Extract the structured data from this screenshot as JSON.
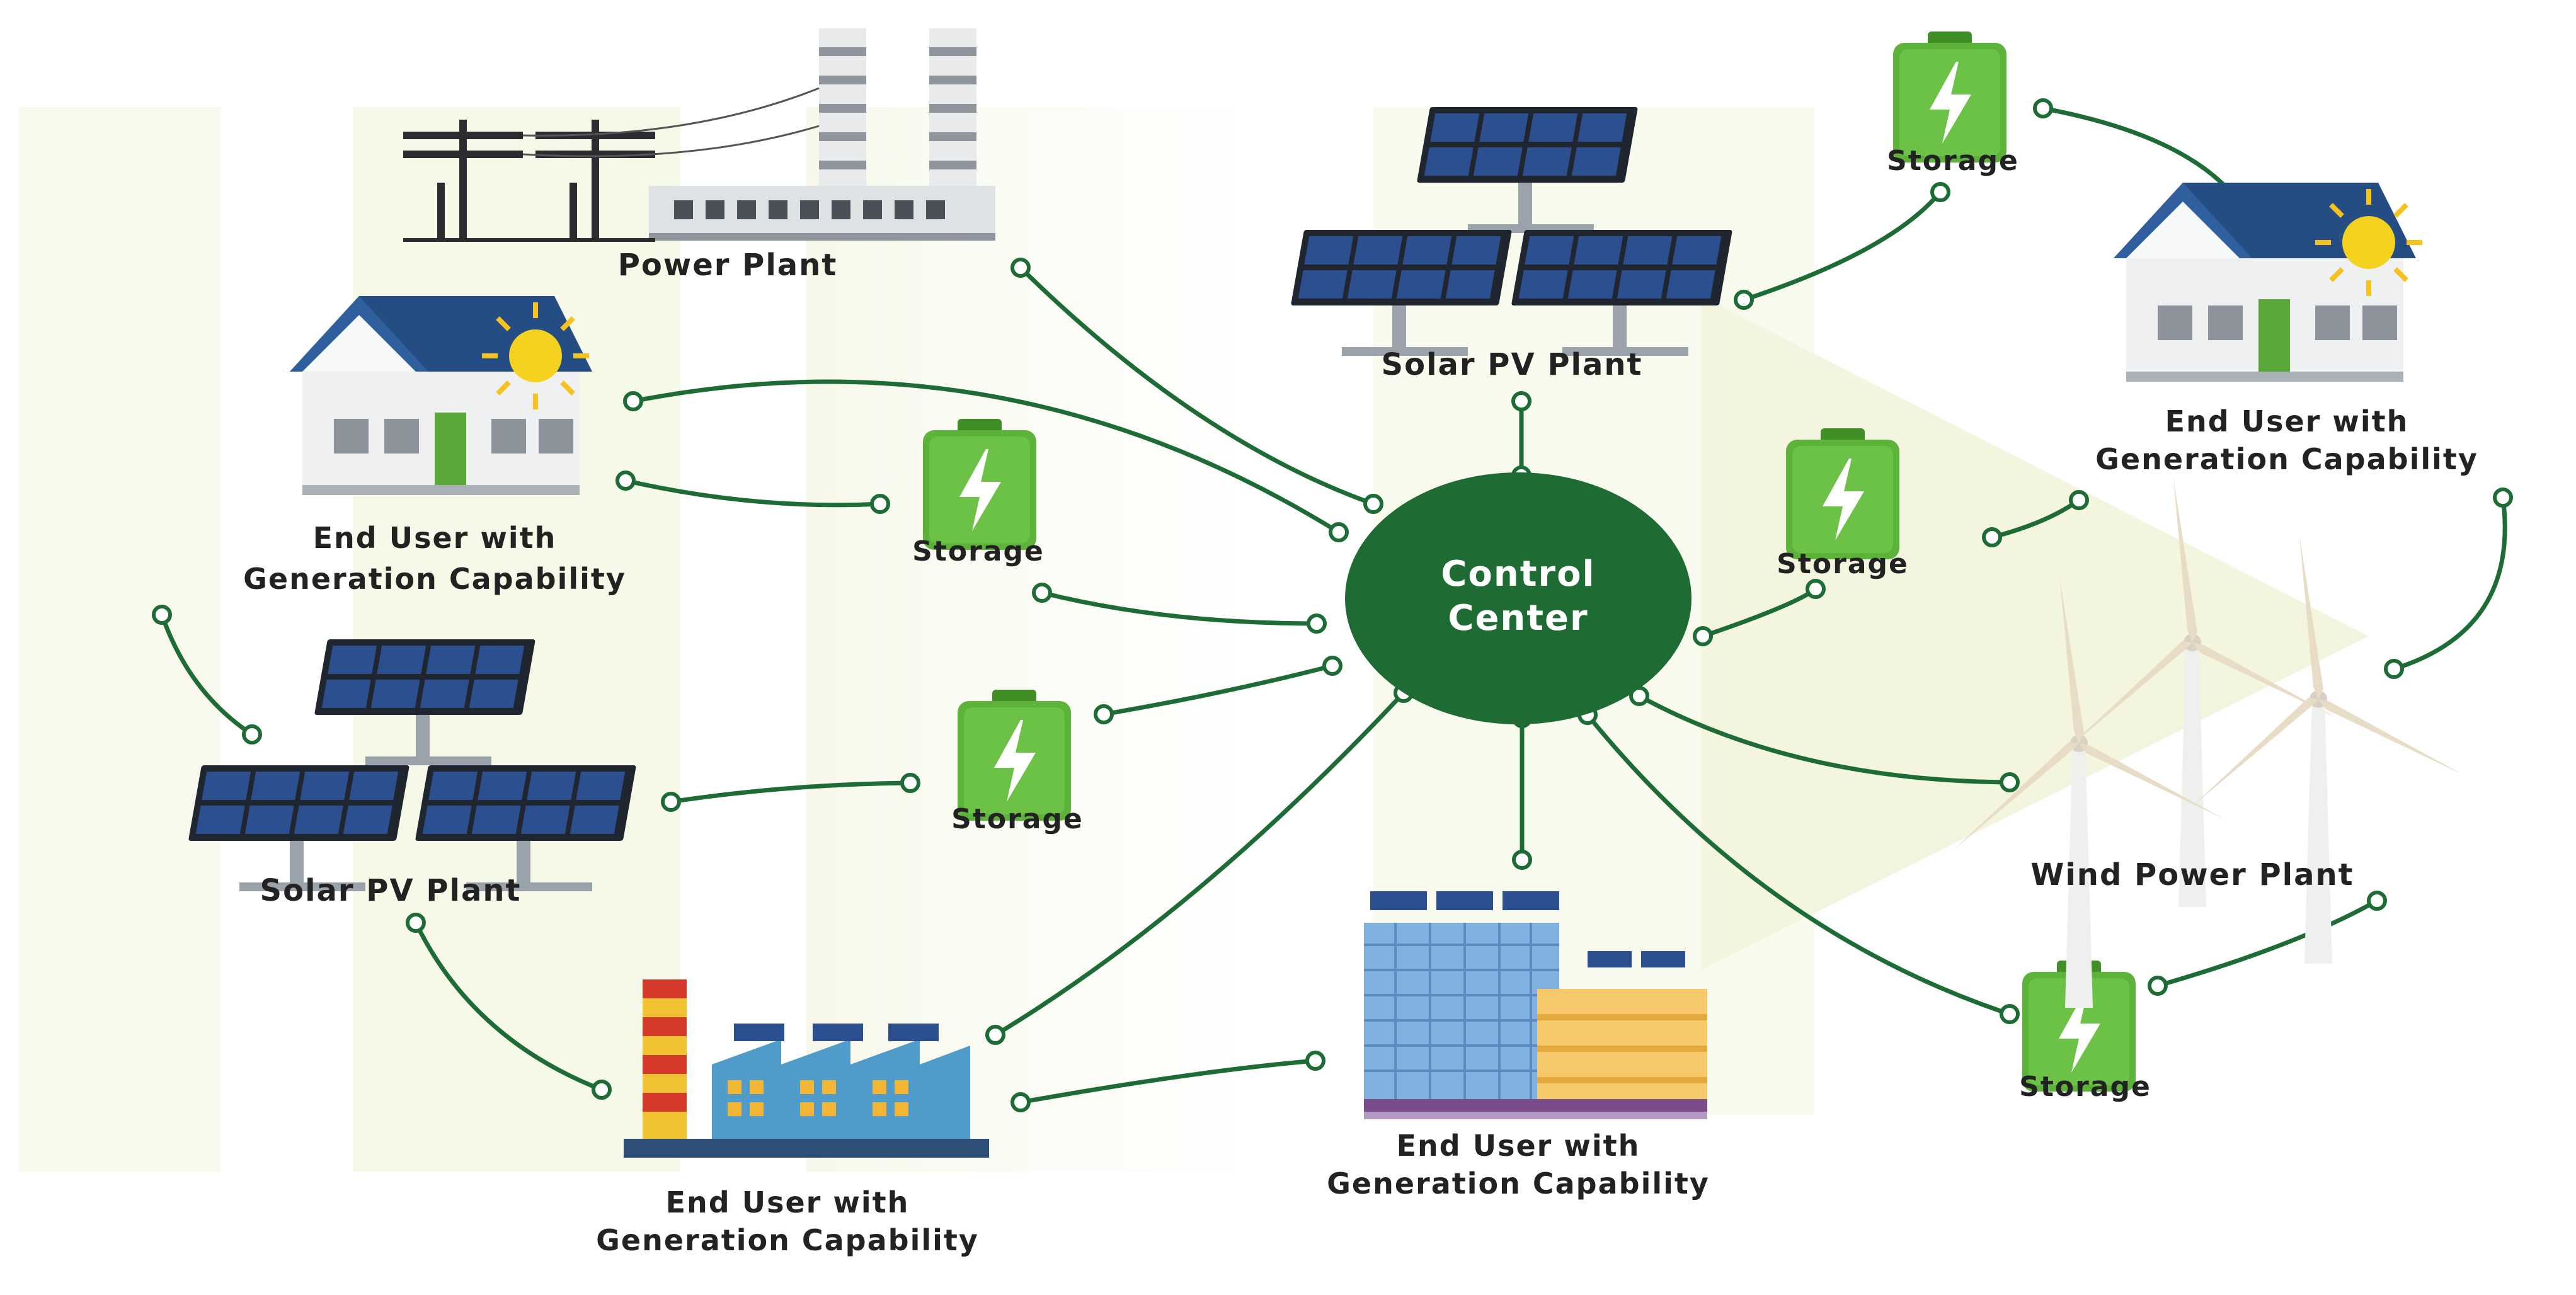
{
  "diagram": {
    "center": {
      "line1": "Control",
      "line2": "Center"
    },
    "nodes": {
      "power_plant": "Power Plant",
      "solar_top": "Solar PV Plant",
      "solar_left": "Solar PV Plant",
      "wind": "Wind Power Plant",
      "storage_top": "Storage",
      "storage_mid": "Storage",
      "storage_left": "Storage",
      "storage_right": "Storage",
      "storage_bottom_right": "Storage",
      "enduser_left": {
        "line1": "End User with",
        "line2": "Generation Capability"
      },
      "enduser_right": {
        "line1": "End User with",
        "line2": "Generation Capability"
      },
      "enduser_factory": {
        "line1": "End User with",
        "line2": "Generation Capability"
      },
      "enduser_building": {
        "line1": "End User with",
        "line2": "Generation Capability"
      }
    },
    "colors": {
      "link": "#1d6b35",
      "center": "#1e6b34",
      "battery": "#5db33a",
      "roof": "#234d83",
      "sun": "#f5d21f"
    }
  }
}
